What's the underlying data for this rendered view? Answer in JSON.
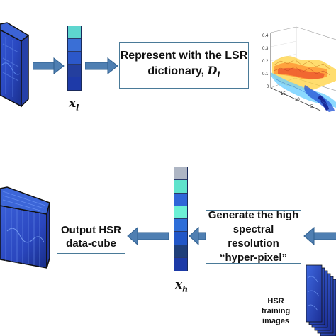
{
  "colors": {
    "arrow": "#4f7fb2",
    "box_border": "#4a7a98",
    "cube_blue": "#2a52c8",
    "cube_deep": "#14287a"
  },
  "top_row": {
    "vector_label_main": "x",
    "vector_label_sub": "l",
    "vector_colors": [
      "#5ed6cf",
      "#3a6fd6",
      "#2c58c9",
      "#243f9e",
      "#1e3aa8"
    ],
    "dictionary_box": {
      "line1": "Represent with the LSR",
      "line2_prefix": "dictionary, ",
      "symbol_main": "D",
      "symbol_sub": "l"
    },
    "surface_plot_ticks": {
      "z": [
        "0.4",
        "0.3",
        "0.2",
        "0.1",
        "0"
      ],
      "x": [
        "15",
        "10",
        "5"
      ]
    }
  },
  "bottom_row": {
    "vector_label_main": "x",
    "vector_label_sub": "h",
    "vector_colors": [
      "#aeb6c4",
      "#5fe3cc",
      "#2f66d8",
      "#6cf0d5",
      "#2e6ed9",
      "#2156c7",
      "#1f3f7a",
      "#1c3aa7"
    ],
    "generate_box": {
      "line1": "Generate the high",
      "line2": "spectral resolution",
      "line3": "“hyper-pixel”"
    },
    "output_box": {
      "line1": "Output HSR",
      "line2": "data-cube"
    },
    "training_caption": {
      "line1": "HSR",
      "line2": "training",
      "line3": "images"
    }
  }
}
